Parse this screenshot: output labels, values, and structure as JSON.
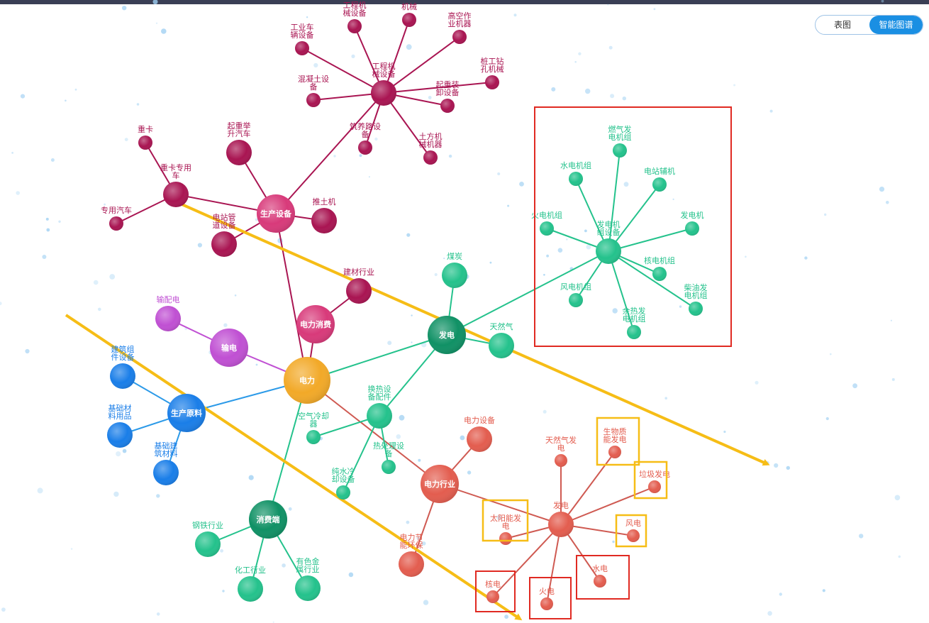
{
  "view_toggle": {
    "table_label": "表图",
    "graph_label": "智能图谱"
  },
  "colors": {
    "crimson": "#a91552",
    "pink": "#d83a7a",
    "orange": "#f2a928",
    "purple": "#c050d3",
    "blue": "#1a7ee8",
    "green": "#24c28c",
    "darkgreen": "#109165",
    "salmon": "#e35d4f",
    "highlight_red": "#e02a22",
    "highlight_yellow": "#f6bd16",
    "arrow": "#f6bd16"
  },
  "nodes": {
    "dianli": {
      "label": "电力",
      "color": "orange"
    },
    "shengchan_shebei": {
      "label": "生产设备",
      "color": "pink"
    },
    "dianli_xiaofei": {
      "label": "电力消费",
      "color": "pink"
    },
    "shudian": {
      "label": "输电",
      "color": "purple"
    },
    "shupeidian": {
      "label": "输配电",
      "color": "purple"
    },
    "shengchan_yuanliao": {
      "label": "生产原料",
      "color": "blue"
    },
    "jianzhu_zujian": {
      "label": "建筑组件设备",
      "color": "blue"
    },
    "jichu_cailiao": {
      "label": "基础材料用品",
      "color": "blue"
    },
    "jichu_jianzhu": {
      "label": "基础建筑材料",
      "color": "blue"
    },
    "fadian": {
      "label": "发电",
      "color": "darkgreen"
    },
    "meitan": {
      "label": "煤炭",
      "color": "green"
    },
    "tianranqi": {
      "label": "天然气",
      "color": "green"
    },
    "fadian_jizu": {
      "label": "发电机组设备",
      "color": "green"
    },
    "ranqi_fadian": {
      "label": "燃气发电机组",
      "color": "green"
    },
    "shuidian_jizu": {
      "label": "水电机组",
      "color": "green"
    },
    "dianzhan_fuji": {
      "label": "电站辅机",
      "color": "green"
    },
    "huodian_jizu": {
      "label": "火电机组",
      "color": "green"
    },
    "fadianji": {
      "label": "发电机",
      "color": "green"
    },
    "hedian_jizu": {
      "label": "核电机组",
      "color": "green"
    },
    "fengdian_jizu": {
      "label": "风电机组",
      "color": "green"
    },
    "chaiyou_fadian": {
      "label": "柴油发电机组",
      "color": "green"
    },
    "yure_fadian": {
      "label": "余热发电机组",
      "color": "green"
    },
    "huanre_shebei": {
      "label": "换热设备配件",
      "color": "green"
    },
    "kongqi_lengque": {
      "label": "空气冷却器",
      "color": "green"
    },
    "re_chuli": {
      "label": "热处理设备",
      "color": "green"
    },
    "chunshui_lengque": {
      "label": "纯水冷却设备",
      "color": "green"
    },
    "xiaofeiduan": {
      "label": "消费端",
      "color": "darkgreen"
    },
    "gangtie": {
      "label": "钢铁行业",
      "color": "green"
    },
    "huagong": {
      "label": "化工行业",
      "color": "green"
    },
    "youse_jinshu": {
      "label": "有色金属行业",
      "color": "green"
    },
    "dianli_hangye": {
      "label": "电力行业",
      "color": "salmon"
    },
    "dianli_shebei": {
      "label": "电力设备",
      "color": "salmon"
    },
    "dianli_jieneng": {
      "label": "电力节能环保",
      "color": "salmon"
    },
    "fadian2": {
      "label": "发电",
      "color": "salmon"
    },
    "tianranqi_fadian": {
      "label": "天然气发电",
      "color": "salmon"
    },
    "shengwuzhi": {
      "label": "生物质能发电",
      "color": "salmon"
    },
    "laji_fadian": {
      "label": "垃圾发电",
      "color": "salmon"
    },
    "taiyangneng": {
      "label": "太阳能发电",
      "color": "salmon"
    },
    "fengdian": {
      "label": "风电",
      "color": "salmon"
    },
    "shuidian": {
      "label": "水电",
      "color": "salmon"
    },
    "huodian": {
      "label": "火电",
      "color": "salmon"
    },
    "hedian": {
      "label": "核电",
      "color": "salmon"
    },
    "gongcheng_jixie": {
      "label": "工程机械设备",
      "color": "crimson"
    },
    "gongye_cheliang": {
      "label": "工业车辆设备",
      "color": "crimson"
    },
    "gongye_jixie": {
      "label": "工程机械设备",
      "color": "crimson"
    },
    "jixie": {
      "label": "机械",
      "color": "crimson"
    },
    "gaokong": {
      "label": "高空作业机器",
      "color": "crimson"
    },
    "zhuanggong": {
      "label": "桩工钻孔机械",
      "color": "crimson"
    },
    "qizhong_zhuangxie": {
      "label": "起重装卸设备",
      "color": "crimson"
    },
    "hunningtu": {
      "label": "混凝土设备",
      "color": "crimson"
    },
    "zhuyang_lu": {
      "label": "筑养路设备",
      "color": "crimson"
    },
    "tufang": {
      "label": "土方机械机器",
      "color": "crimson"
    },
    "zhongka": {
      "label": "重卡",
      "color": "crimson"
    },
    "zhongka_zhuanyong": {
      "label": "重卡专用车",
      "color": "crimson"
    },
    "zhuanyong_qiche": {
      "label": "专用汽车",
      "color": "crimson"
    },
    "qizhong_jusheng": {
      "label": "起重举升汽车",
      "color": "crimson"
    },
    "tuituji": {
      "label": "推土机",
      "color": "crimson"
    },
    "dianzhan_guandao": {
      "label": "电站管道设备",
      "color": "crimson"
    },
    "jiancai": {
      "label": "建材行业",
      "color": "crimson"
    }
  },
  "links": [
    [
      "dianli",
      "shengchan_shebei"
    ],
    [
      "dianli",
      "dianli_xiaofei"
    ],
    [
      "dianli",
      "shudian"
    ],
    [
      "dianli",
      "shengchan_yuanliao"
    ],
    [
      "dianli",
      "fadian"
    ],
    [
      "dianli",
      "xiaofeiduan"
    ],
    [
      "dianli",
      "dianli_hangye"
    ],
    [
      "shudian",
      "shupeidian"
    ],
    [
      "shengchan_yuanliao",
      "jianzhu_zujian"
    ],
    [
      "shengchan_yuanliao",
      "jichu_cailiao"
    ],
    [
      "shengchan_yuanliao",
      "jichu_jianzhu"
    ],
    [
      "dianli_xiaofei",
      "jiancai"
    ],
    [
      "shengchan_shebei",
      "gongcheng_jixie"
    ],
    [
      "shengchan_shebei",
      "zhongka_zhuanyong"
    ],
    [
      "shengchan_shebei",
      "qizhong_jusheng"
    ],
    [
      "shengchan_shebei",
      "tuituji"
    ],
    [
      "shengchan_shebei",
      "dianzhan_guandao"
    ],
    [
      "zhongka_zhuanyong",
      "zhongka"
    ],
    [
      "zhongka_zhuanyong",
      "zhuanyong_qiche"
    ],
    [
      "gongcheng_jixie",
      "gongye_cheliang"
    ],
    [
      "gongcheng_jixie",
      "gongye_jixie"
    ],
    [
      "gongcheng_jixie",
      "jixie"
    ],
    [
      "gongcheng_jixie",
      "gaokong"
    ],
    [
      "gongcheng_jixie",
      "zhuanggong"
    ],
    [
      "gongcheng_jixie",
      "qizhong_zhuangxie"
    ],
    [
      "gongcheng_jixie",
      "hunningtu"
    ],
    [
      "gongcheng_jixie",
      "zhuyang_lu"
    ],
    [
      "gongcheng_jixie",
      "tufang"
    ],
    [
      "fadian",
      "meitan"
    ],
    [
      "fadian",
      "tianranqi"
    ],
    [
      "fadian",
      "fadian_jizu"
    ],
    [
      "fadian",
      "huanre_shebei"
    ],
    [
      "fadian_jizu",
      "ranqi_fadian"
    ],
    [
      "fadian_jizu",
      "shuidian_jizu"
    ],
    [
      "fadian_jizu",
      "dianzhan_fuji"
    ],
    [
      "fadian_jizu",
      "huodian_jizu"
    ],
    [
      "fadian_jizu",
      "fadianji"
    ],
    [
      "fadian_jizu",
      "hedian_jizu"
    ],
    [
      "fadian_jizu",
      "fengdian_jizu"
    ],
    [
      "fadian_jizu",
      "chaiyou_fadian"
    ],
    [
      "fadian_jizu",
      "yure_fadian"
    ],
    [
      "huanre_shebei",
      "kongqi_lengque"
    ],
    [
      "huanre_shebei",
      "re_chuli"
    ],
    [
      "huanre_shebei",
      "chunshui_lengque"
    ],
    [
      "xiaofeiduan",
      "gangtie"
    ],
    [
      "xiaofeiduan",
      "huagong"
    ],
    [
      "xiaofeiduan",
      "youse_jinshu"
    ],
    [
      "dianli_hangye",
      "dianli_shebei"
    ],
    [
      "dianli_hangye",
      "dianli_jieneng"
    ],
    [
      "dianli_hangye",
      "fadian2"
    ],
    [
      "fadian2",
      "tianranqi_fadian"
    ],
    [
      "fadian2",
      "shengwuzhi"
    ],
    [
      "fadian2",
      "laji_fadian"
    ],
    [
      "fadian2",
      "taiyangneng"
    ],
    [
      "fadian2",
      "fengdian"
    ],
    [
      "fadian2",
      "shuidian"
    ],
    [
      "fadian2",
      "huodian"
    ],
    [
      "fadian2",
      "hedian"
    ]
  ]
}
